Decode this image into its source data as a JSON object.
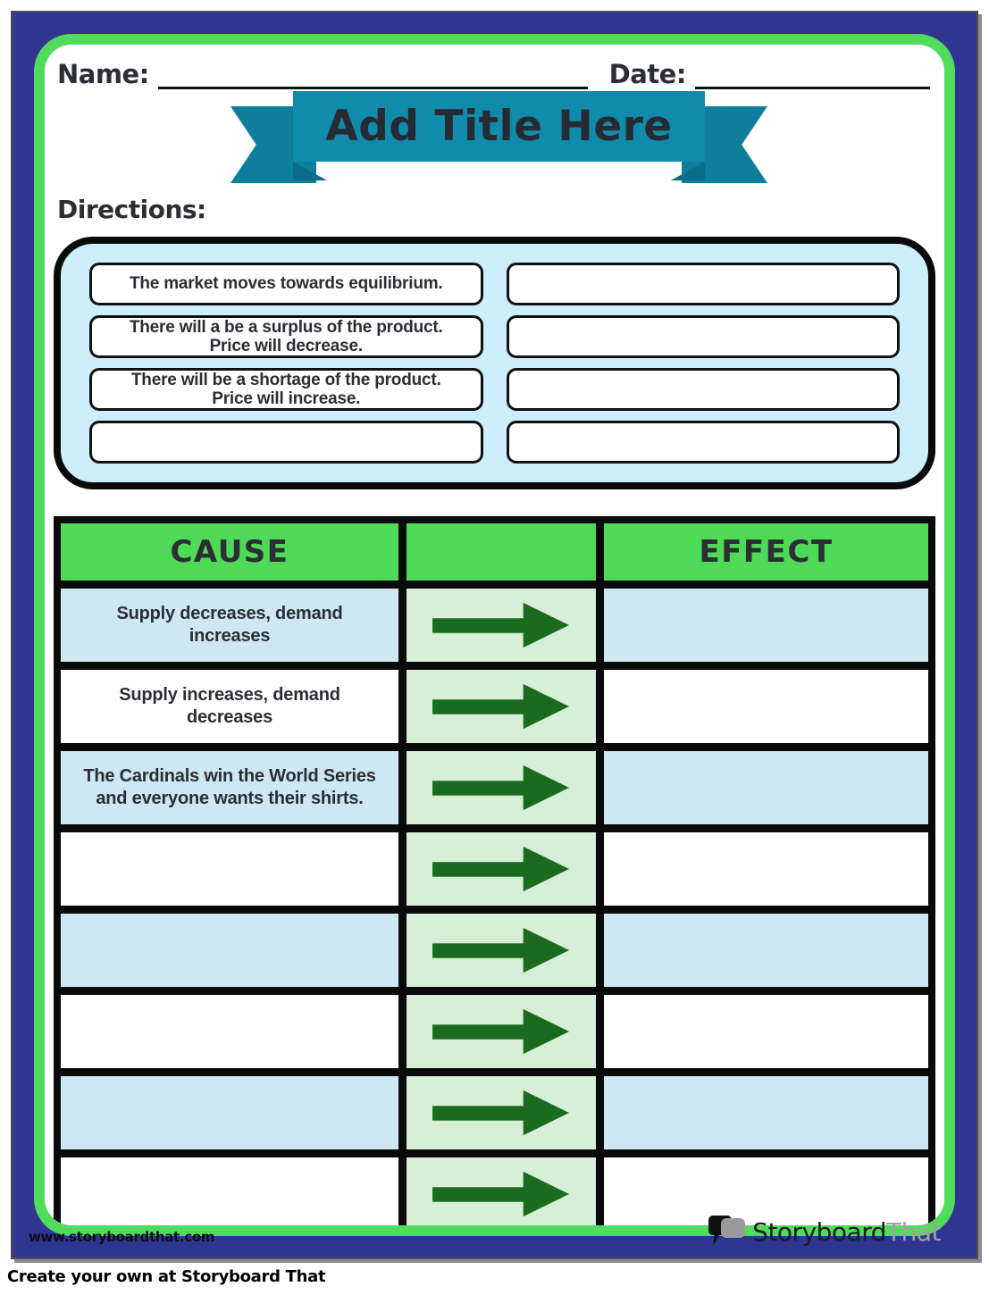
{
  "header": {
    "name_label": "Name:",
    "date_label": "Date:",
    "title": "Add Title Here",
    "directions_label": "Directions:"
  },
  "word_bank": {
    "left_items": [
      "The market moves towards equilibrium.",
      "There will a be a surplus of the product.\nPrice will decrease.",
      "There will be a shortage of the product.\nPrice will increase.",
      ""
    ],
    "right_items": [
      "",
      "",
      "",
      ""
    ]
  },
  "table": {
    "cause_header": "CAUSE",
    "effect_header": "EFFECT",
    "arrow_icon": "right-arrow-icon",
    "rows": [
      {
        "cause": "Supply decreases, demand increases",
        "effect": ""
      },
      {
        "cause": "Supply increases, demand decreases",
        "effect": ""
      },
      {
        "cause": "The Cardinals win the World Series and everyone wants their shirts.",
        "effect": ""
      },
      {
        "cause": "",
        "effect": ""
      },
      {
        "cause": "",
        "effect": ""
      },
      {
        "cause": "",
        "effect": ""
      },
      {
        "cause": "",
        "effect": ""
      },
      {
        "cause": "",
        "effect": ""
      }
    ]
  },
  "footer": {
    "site_url": "www.storyboardthat.com",
    "logo_part1": "Storyboard",
    "logo_part2": "That",
    "create_note": "Create your own at Storyboard That"
  },
  "colors": {
    "navy": "#2f3591",
    "green": "#51dc5c",
    "green_header": "#4ed957",
    "teal": "#118bab",
    "teal_dark": "#0f7e9d",
    "teal_darker": "#0b6c89",
    "bank_blue": "#cdeefb",
    "row_blue": "#cde8f3",
    "arrow_bg": "#d7efd7",
    "arrow_green": "#1a6b1d",
    "text_charcoal": "#2b2e34"
  }
}
